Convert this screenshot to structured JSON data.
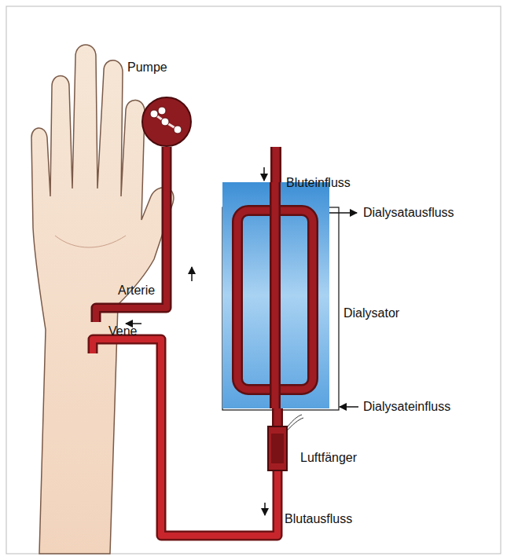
{
  "diagram": {
    "nodes": [
      {
        "text": [
          "Pumpe"
        ]
      },
      {
        "text": [
          "Dialysator"
        ]
      },
      {
        "text": [
          "Luftfänger"
        ]
      }
    ],
    "edges": [
      {
        "from": 0,
        "to": 1,
        "arrow": "none"
      },
      {
        "from": 1,
        "to": 2,
        "arrow": "none"
      }
    ],
    "labels": [
      "Bluteinfluss",
      "Dialysatausfluss",
      "Dialysateinfluss",
      "Arterie",
      "Vene",
      "Blutausfluss"
    ]
  }
}
